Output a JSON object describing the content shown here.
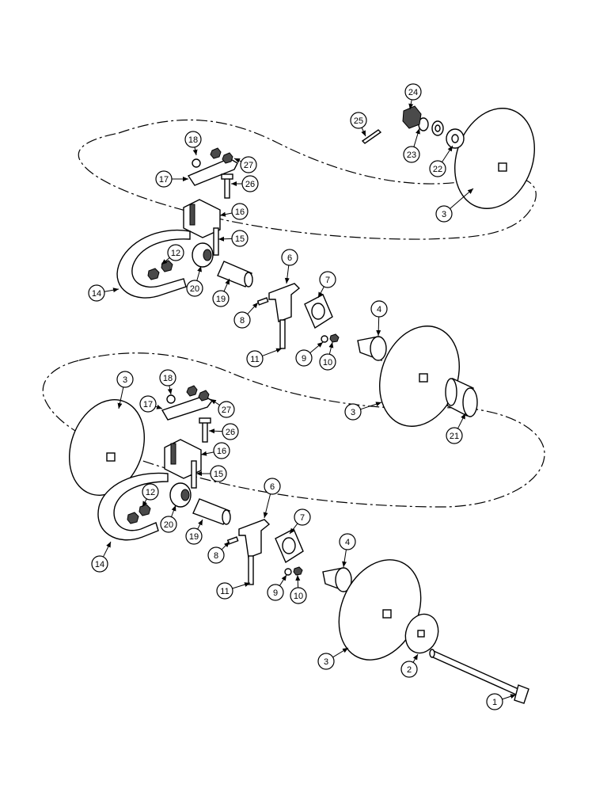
{
  "diagram": {
    "callout_numbers": [
      "1",
      "2",
      "3",
      "4",
      "6",
      "7",
      "8",
      "9",
      "10",
      "11",
      "12",
      "14",
      "15",
      "16",
      "17",
      "18",
      "19",
      "20",
      "21",
      "22",
      "23",
      "24",
      "25",
      "26",
      "27"
    ]
  }
}
